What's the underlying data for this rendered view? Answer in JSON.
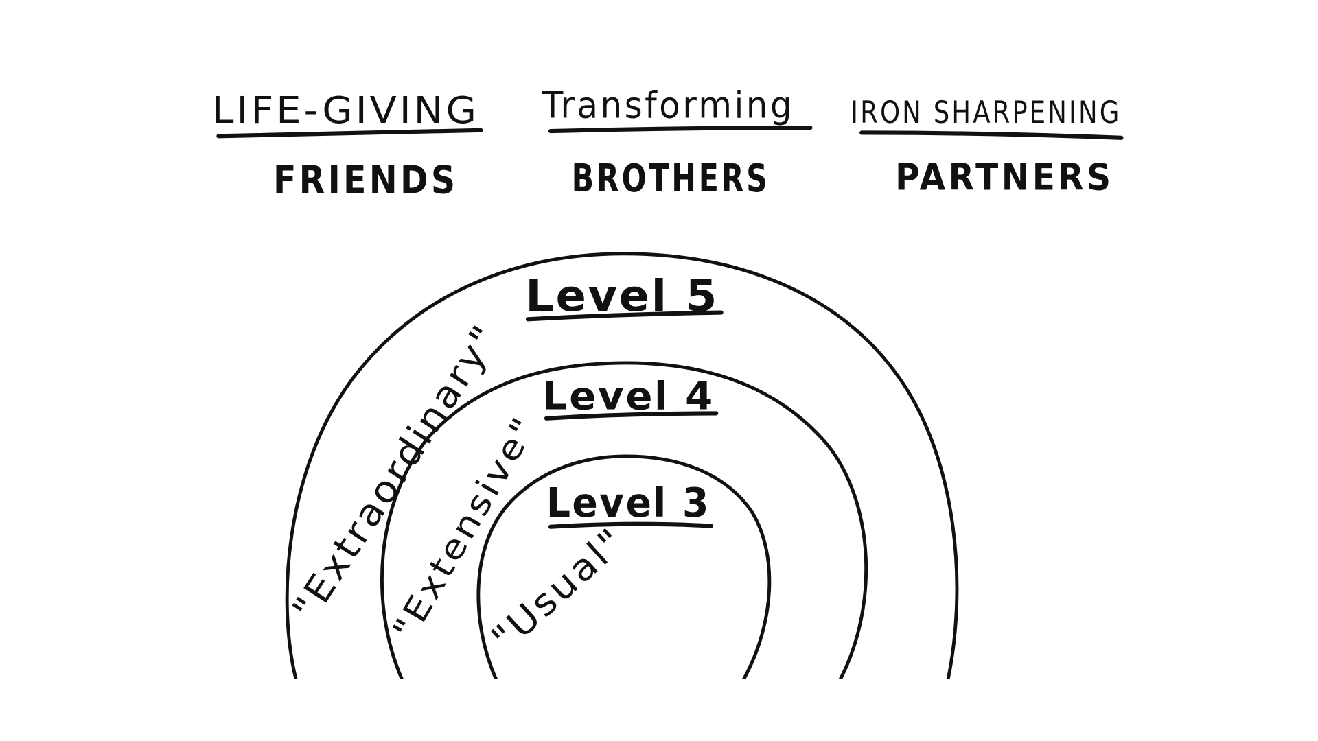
{
  "columns": [
    {
      "adjective": "LIFE-GIVING",
      "noun": "FRIENDS"
    },
    {
      "adjective": "Transforming",
      "noun": "BROTHERS"
    },
    {
      "adjective": "IRON SHARPENING",
      "noun": "PARTNERS"
    }
  ],
  "levels": [
    {
      "label": "Level 5",
      "descriptor": "\"Extraordinary\""
    },
    {
      "label": "Level 4",
      "descriptor": "\"Extensive\""
    },
    {
      "label": "Level 3",
      "descriptor": "\"Usual\""
    }
  ]
}
